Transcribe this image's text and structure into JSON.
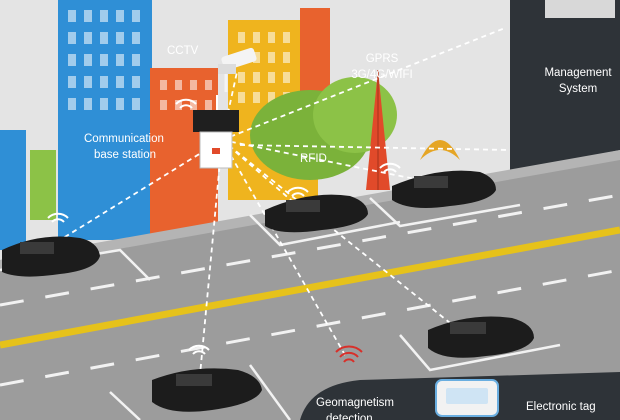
{
  "labels": {
    "cctv": "CCTV",
    "base_station_line1": "Communication",
    "base_station_line2": "base station",
    "gprs_line1": "GPRS",
    "gprs_line2": "3G/4G/WIFI",
    "rfid": "RFID",
    "management_line1": "Management",
    "management_line2": "System",
    "geomagnetism_line1": "Geomagnetism",
    "geomagnetism_line2": "detection",
    "electronic_tag": "Electronic tag"
  },
  "colors": {
    "road": "#9c9c9c",
    "lane_marking": "#f2f2f2",
    "center_line": "#e6c21a",
    "building_blue": "#2f8fd6",
    "building_orange": "#e8622e",
    "building_yellow": "#efb41e",
    "tree_green": "#7bb23a",
    "tower_red": "#e14a2a",
    "panel_dark": "#2e3338",
    "car_body": "#1c1c1c"
  },
  "icons": [
    "cctv-camera-icon",
    "base-station-icon",
    "signal-tower-icon",
    "wifi-signal-icon",
    "car-icon",
    "server-icon",
    "electronic-tag-device-icon"
  ]
}
